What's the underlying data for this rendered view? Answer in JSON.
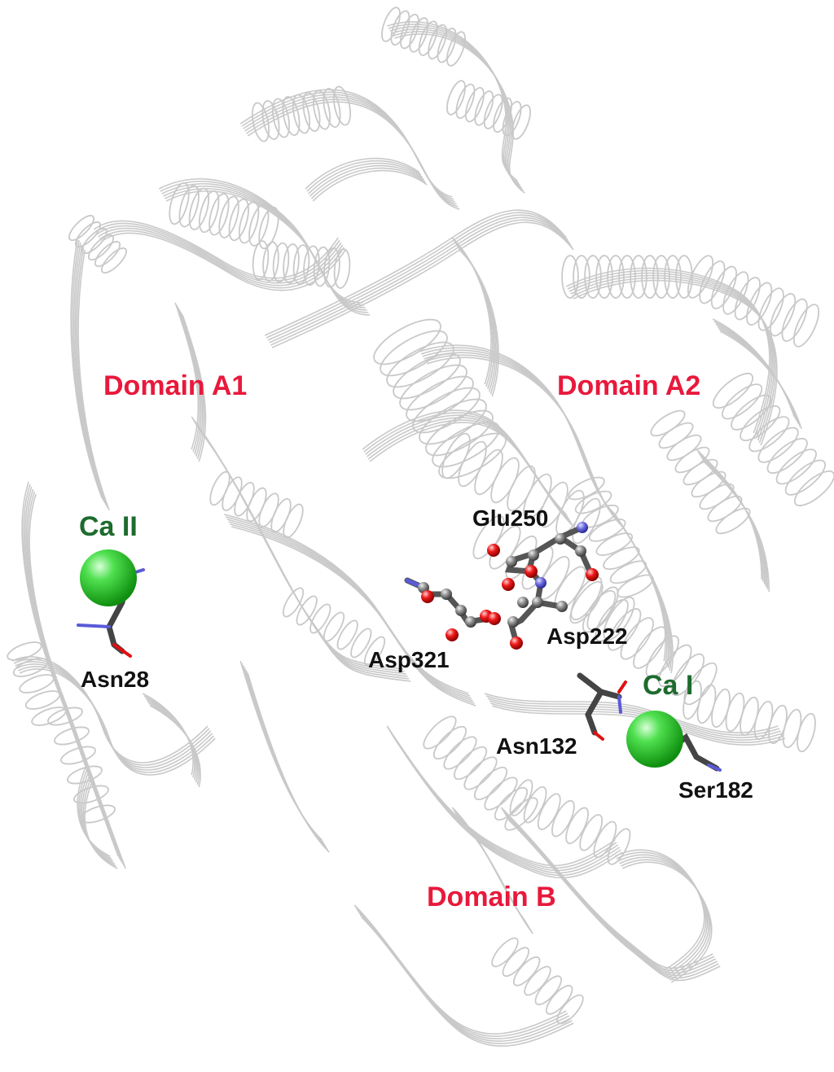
{
  "colors": {
    "background": "#ffffff",
    "ribbon": "#c9c9c9",
    "ribbon_dark": "#b0b0b0",
    "domain_label": "#e8193c",
    "calcium_label": "#1e6b2e",
    "residue_label": "#111111",
    "calcium_sphere": "#22c522",
    "oxygen": "#e01010",
    "nitrogen": "#5a5ad8",
    "carbon": "#7a7a7a"
  },
  "domains": [
    {
      "id": "A1",
      "label": "Domain A1"
    },
    {
      "id": "A2",
      "label": "Domain A2"
    },
    {
      "id": "B",
      "label": "Domain B"
    }
  ],
  "calcium_ions": [
    {
      "id": "I",
      "label": "Ca I"
    },
    {
      "id": "II",
      "label": "Ca II"
    }
  ],
  "residues": [
    {
      "id": "Glu250",
      "label": "Glu250"
    },
    {
      "id": "Asp222",
      "label": "Asp222"
    },
    {
      "id": "Asp321",
      "label": "Asp321"
    },
    {
      "id": "Asn28",
      "label": "Asn28"
    },
    {
      "id": "Asn132",
      "label": "Asn132"
    },
    {
      "id": "Ser182",
      "label": "Ser182"
    }
  ]
}
